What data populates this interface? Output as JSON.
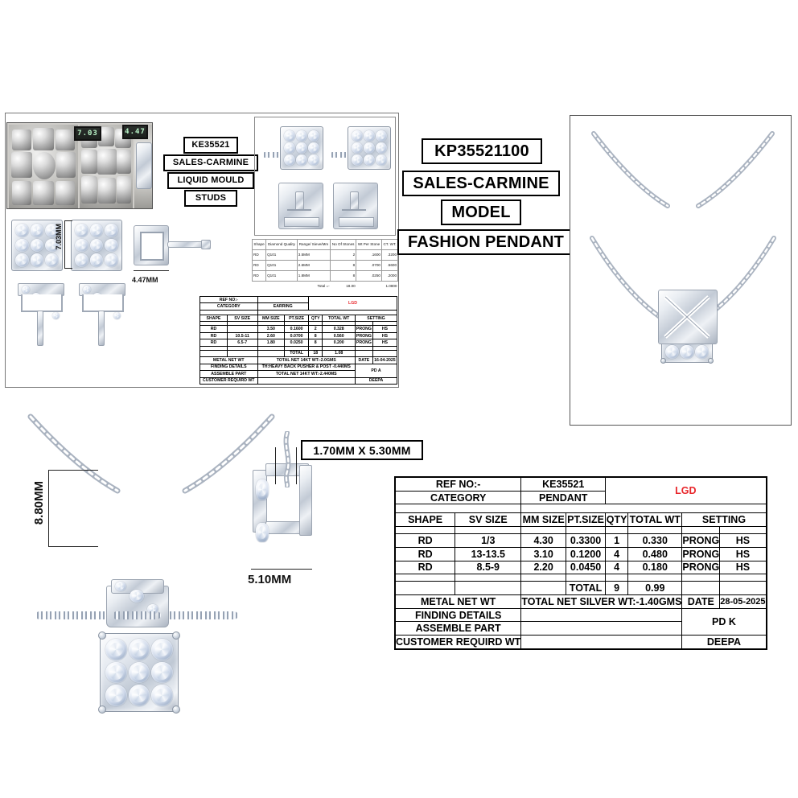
{
  "document": {
    "type": "jewelry-cad-spec-sheet",
    "background": "#ffffff"
  },
  "earring_labels": {
    "ref": "KE35521",
    "customer": "SALES-CARMINE",
    "process": "LIQUID MOULD",
    "item": "STUDS"
  },
  "pendant_labels": {
    "ref": "KP35521100",
    "customer": "SALES-CARMINE",
    "stage": "MODEL",
    "item": "FASHION PENDANT"
  },
  "dimensions": {
    "earring_height": "7.03MM",
    "earring_depth": "4.47MM",
    "gauge_height": "7.03",
    "gauge_depth": "4.47",
    "pendant_height": "8.80MM",
    "pendant_depth": "5.10MM",
    "bail_size": "1.70MM X 5.30MM"
  },
  "diamond_quality_table": {
    "headers": [
      "Shape",
      "Diamond Quality",
      "Range/ Sieve/Mm",
      "No Of Stones",
      "Wt Per Stone",
      "CT. WT."
    ],
    "rows": [
      {
        "shape": "RD",
        "quality": "Q101",
        "range": "3.5MM",
        "stones": "2",
        "wt_per_stone": ".1600",
        "ct_wt": ".3200"
      },
      {
        "shape": "RD",
        "quality": "Q101",
        "range": "2.6MM",
        "stones": "8",
        "wt_per_stone": ".0700",
        "ct_wt": ".5600"
      },
      {
        "shape": "RD",
        "quality": "Q101",
        "range": "1.8MM",
        "stones": "8",
        "wt_per_stone": ".0250",
        "ct_wt": ".2000"
      }
    ],
    "total_label": "Total =-",
    "total_stones": "18.00",
    "total_ct": "1.0800"
  },
  "earring_table": {
    "ref_label": "REF NO:-",
    "ref_value": "",
    "category_label": "CATEGORY",
    "category_value": "EARRING",
    "lgd": "LGD",
    "headers": [
      "SHAPE",
      "SV SIZE",
      "MM SIZE",
      "PT.SIZE",
      "QTY",
      "TOTAL WT",
      "SETTING"
    ],
    "rows": [
      {
        "shape": "RD",
        "sv_size": "",
        "mm_size": "3.50",
        "pt_size": "0.1600",
        "qty": "2",
        "total_wt": "0.328",
        "setting": "PRONG",
        "setting2": "HS"
      },
      {
        "shape": "RD",
        "sv_size": "10.5-11",
        "mm_size": "2.60",
        "pt_size": "0.0700",
        "qty": "8",
        "total_wt": "0.560",
        "setting": "PRONG",
        "setting2": "HS"
      },
      {
        "shape": "RD",
        "sv_size": "6.5-7",
        "mm_size": "1.80",
        "pt_size": "0.0250",
        "qty": "8",
        "total_wt": "0.200",
        "setting": "PRONG",
        "setting2": "HS"
      }
    ],
    "total_label": "TOTAL",
    "total_qty": "18",
    "total_wt": "1.08",
    "metal_net_wt_label": "METAL NET WT",
    "metal_net_wt_value": "TOTAL NET 14KT WT:-2.0GMS",
    "date_label": "DATE",
    "date_value": "16-04-2025",
    "finding_details_label": "FINDING DETAILS",
    "finding_details_value": "TH:HEAVY BACK PUSHER & POST -0.440MS",
    "assemble_part_label": "ASSEMBLE PART",
    "assemble_part_value": "TOTAL NET 14KT  WT:-2.440MS",
    "customer_requird_label": "CUSTOMER REQUIRD WT",
    "customer_requird_value": "",
    "pd_line1": "PD A",
    "pd_line2": "DEEPA"
  },
  "pendant_table": {
    "ref_label": "REF NO:-",
    "ref_value": "KE35521",
    "category_label": "CATEGORY",
    "category_value": "PENDANT",
    "lgd": "LGD",
    "headers": [
      "SHAPE",
      "SV SIZE",
      "MM SIZE",
      "PT.SIZE",
      "QTY",
      "TOTAL WT",
      "SETTING"
    ],
    "rows": [
      {
        "shape": "RD",
        "sv_size": "1/3",
        "mm_size": "4.30",
        "pt_size": "0.3300",
        "qty": "1",
        "total_wt": "0.330",
        "setting": "PRONG",
        "setting2": "HS"
      },
      {
        "shape": "RD",
        "sv_size": "13-13.5",
        "mm_size": "3.10",
        "pt_size": "0.1200",
        "qty": "4",
        "total_wt": "0.480",
        "setting": "PRONG",
        "setting2": "HS"
      },
      {
        "shape": "RD",
        "sv_size": "8.5-9",
        "mm_size": "2.20",
        "pt_size": "0.0450",
        "qty": "4",
        "total_wt": "0.180",
        "setting": "PRONG",
        "setting2": "HS"
      }
    ],
    "total_label": "TOTAL",
    "total_qty": "9",
    "total_wt": "0.99",
    "metal_net_wt_label": "METAL NET WT",
    "metal_net_wt_value": "TOTAL NET SILVER WT:-1.40GMS",
    "date_label": "DATE",
    "date_value": "28-05-2025",
    "finding_details_label": "FINDING DETAILS",
    "finding_details_value": "",
    "assemble_part_label": "ASSEMBLE  PART",
    "assemble_part_value": "",
    "customer_requird_label": "CUSTOMER REQUIRD WT",
    "customer_requird_value": "",
    "pd_line1": "PD K",
    "pd_line2": "DEEPA"
  },
  "colors": {
    "lgd_red": "#e8262b",
    "ink": "#000000",
    "frame": "#555555"
  }
}
